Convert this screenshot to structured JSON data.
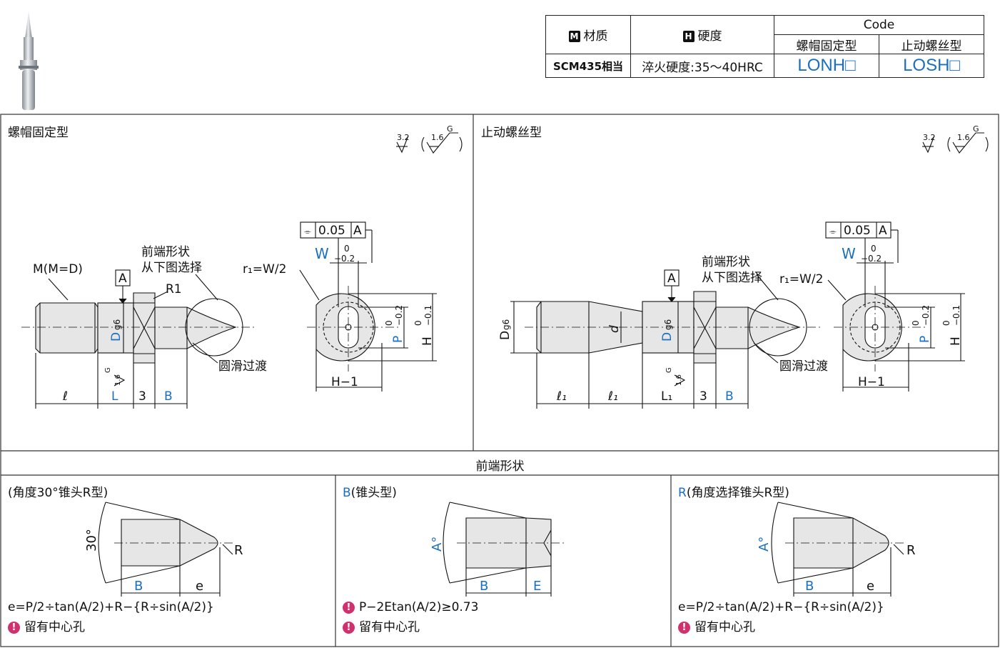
{
  "spec_table": {
    "material_badge": "M",
    "material_header": "材质",
    "hardness_badge": "H",
    "hardness_header": "硬度",
    "code_header": "Code",
    "type1_header": "螺帽固定型",
    "type2_header": "止动螺丝型",
    "material_value": "SCM435相当",
    "hardness_value": "淬火硬度:35～40HRC",
    "code1": "LONH□",
    "code2": "LOSH□"
  },
  "left_panel": {
    "title": "螺帽固定型",
    "thread_label": "M(M=D)",
    "tip_label_1": "前端形状",
    "tip_label_2": "从下图选择",
    "r1_label": "R1",
    "datum_label": "A",
    "dim_d": "D",
    "dim_d_tol": "g6",
    "dim_l": "ℓ",
    "dim_L": "L",
    "dim_3": "3",
    "dim_B": "B",
    "smooth_label": "圆滑过渡",
    "rough_small": "1.6",
    "rough_g": "G",
    "r1w_label": "r₁=W/2",
    "flat_tol": "0.05",
    "flat_datum": "A",
    "w_label": "W",
    "w_tol_up": "0",
    "w_tol_down": "−0.2",
    "p_label": "P",
    "p_tol_up": "0",
    "p_tol_down": "−0.2",
    "h_label": "H",
    "h_tol_up": "0",
    "h_tol_down": "−0.1",
    "h1_label": "H−1",
    "rough_main": "3.2",
    "rough_paren": "1.6",
    "rough_paren_g": "G"
  },
  "right_panel": {
    "title": "止动螺丝型",
    "tip_label_1": "前端形状",
    "tip_label_2": "从下图选择",
    "datum_label": "A",
    "dim_dg6": "D",
    "dim_d": "d",
    "dim_D": "D",
    "dim_g6": "g6",
    "dim_l1a": "ℓ₁",
    "dim_l1b": "ℓ₁",
    "dim_L1": "L₁",
    "dim_3": "3",
    "dim_B": "B",
    "smooth_label": "圆滑过渡",
    "r1w_label": "r₁=W/2",
    "h1_label": "H−1"
  },
  "tip_section": {
    "title": "前端形状",
    "col1_title": "(角度30°锥头R型)",
    "col1_angle": "30°",
    "col1_r": "R",
    "col1_b": "B",
    "col1_e": "e",
    "col1_formula": "e=P/2÷tan(A/2)+R−{R÷sin(A/2)}",
    "col1_note": "留有中心孔",
    "col2_prefix": "B",
    "col2_title": "(锥头型)",
    "col2_angle": "A°",
    "col2_b": "B",
    "col2_e": "E",
    "col2_formula": "P−2Etan(A/2)≥0.73",
    "col2_note": "留有中心孔",
    "col3_prefix": "R",
    "col3_title": "(角度选择锥头R型)",
    "col3_angle": "A°",
    "col3_r": "R",
    "col3_b": "B",
    "col3_e": "e",
    "col3_formula": "e=P/2÷tan(A/2)+R−{R÷sin(A/2)}",
    "col3_note": "留有中心孔"
  },
  "colors": {
    "accent": "#1a6fc0",
    "warn": "#d0306e",
    "part_fill": "#e6e6e6"
  }
}
